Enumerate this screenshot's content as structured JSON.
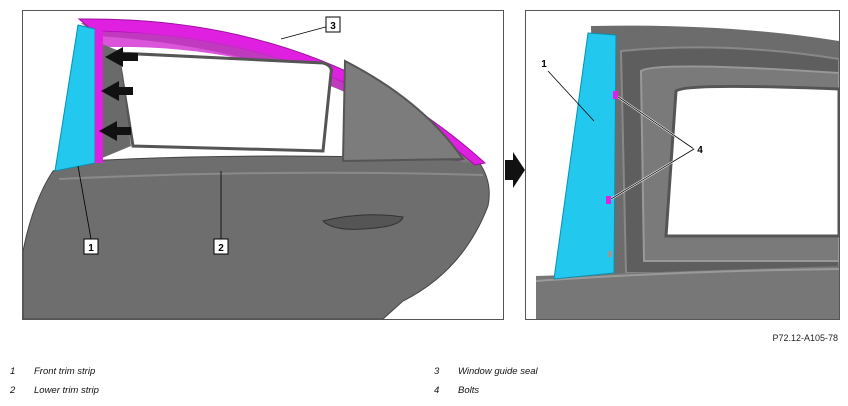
{
  "figure": {
    "reference_code": "P72.12-A105-78",
    "left_callouts": [
      "1",
      "2",
      "3"
    ],
    "right_callouts": [
      "1",
      "4"
    ]
  },
  "legend": [
    {
      "number": "1",
      "label": "Front trim strip"
    },
    {
      "number": "2",
      "label": "Lower trim strip"
    },
    {
      "number": "3",
      "label": "Window guide seal"
    },
    {
      "number": "4",
      "label": "Bolts"
    }
  ],
  "colors": {
    "seal_highlight": "#e020e0",
    "trim_highlight": "#22c8ee",
    "body_gray": "#6e6e6e"
  }
}
